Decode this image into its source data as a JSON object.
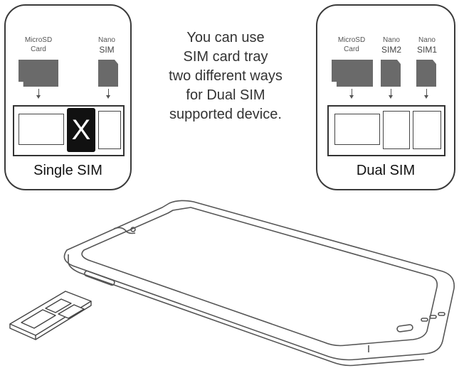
{
  "single_panel": {
    "microsd_label": "MicroSD\nCard",
    "nano_label_top": "Nano",
    "nano_label_bottom": "SIM",
    "blocked_slot_mark": "X",
    "title": "Single SIM"
  },
  "dual_panel": {
    "microsd_label": "MicroSD\nCard",
    "nano2_label_top": "Nano",
    "nano2_label_bottom": "SIM2",
    "nano1_label_top": "Nano",
    "nano1_label_bottom": "SIM1",
    "title": "Dual SIM"
  },
  "center_text": "You can use\nSIM card tray\ntwo different ways\nfor Dual SIM\nsupported device.",
  "colors": {
    "outline": "#3a3a3a",
    "chip": "#6a6a6a",
    "blocked_slot": "#111111"
  }
}
